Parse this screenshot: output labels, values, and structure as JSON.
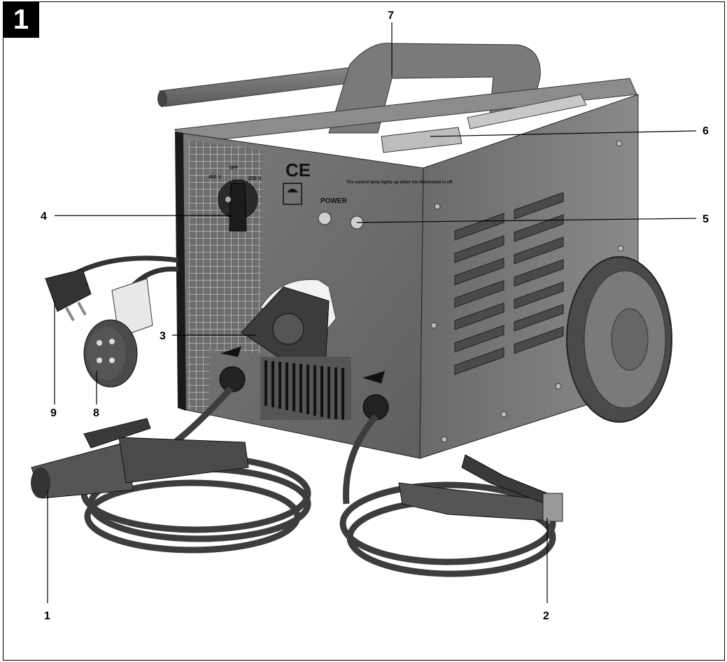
{
  "figure": {
    "number": "1"
  },
  "panel": {
    "ce_mark": "CE",
    "power_label": "POWER",
    "selector_labels": [
      "400 V",
      "0FF",
      "230 V"
    ],
    "indicator_note": "The control lamp lights up when the thermostat is off"
  },
  "callouts": [
    {
      "id": "1",
      "part": "electrode-holder"
    },
    {
      "id": "2",
      "part": "ground-clamp"
    },
    {
      "id": "3",
      "part": "current-adjust-knob"
    },
    {
      "id": "4",
      "part": "voltage-selector-switch"
    },
    {
      "id": "5",
      "part": "thermostat-indicator-lamp"
    },
    {
      "id": "6",
      "part": "rating-plate"
    },
    {
      "id": "7",
      "part": "carry-handle"
    },
    {
      "id": "8",
      "part": "three-phase-plug"
    },
    {
      "id": "9",
      "part": "schuko-plug"
    }
  ]
}
